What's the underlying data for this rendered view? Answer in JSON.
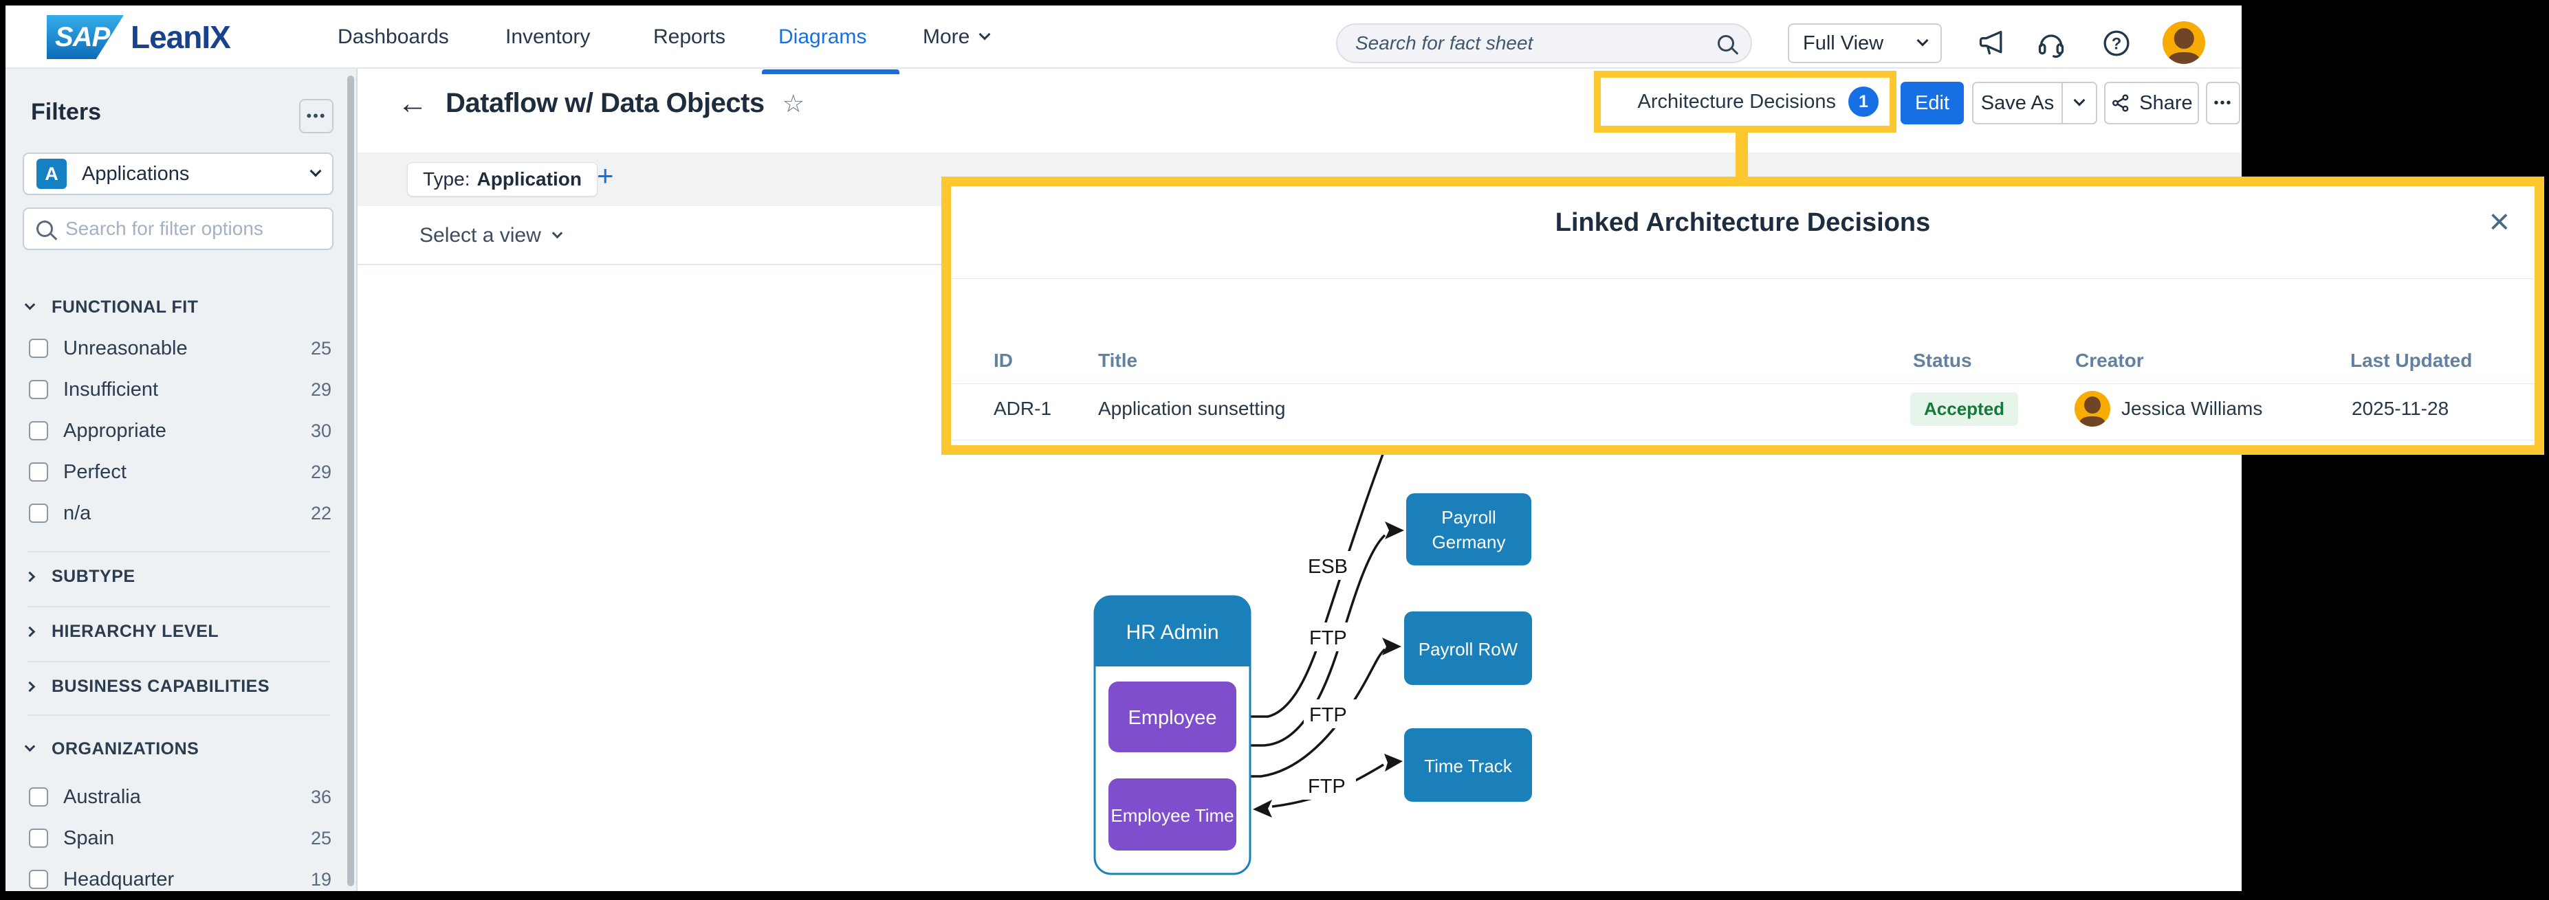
{
  "nav": {
    "brand": {
      "sap": "SAP",
      "leanix": "LeanIX"
    },
    "tabs": [
      {
        "label": "Dashboards"
      },
      {
        "label": "Inventory"
      },
      {
        "label": "Reports"
      },
      {
        "label": "Diagrams"
      },
      {
        "label": "More"
      }
    ],
    "search_placeholder": "Search for fact sheet",
    "view_mode": "Full View"
  },
  "header": {
    "back_arrow": "←",
    "title": "Dataflow w/ Data Objects",
    "star": "☆",
    "architecture_decisions_label": "Architecture Decisions",
    "architecture_decisions_count": "1",
    "edit_label": "Edit",
    "save_as_label": "Save As",
    "share_label": "Share",
    "more_label": "•••"
  },
  "toolbar": {
    "type_label": "Type:",
    "type_value": "Application",
    "add_label": "+",
    "view_selector_label": "Select a view"
  },
  "sidebar": {
    "title": "Filters",
    "more_label": "•••",
    "type_selector": {
      "badge": "A",
      "label": "Applications"
    },
    "search_placeholder": "Search for filter options",
    "sections": {
      "functional_fit": {
        "label": "FUNCTIONAL FIT",
        "items": [
          {
            "label": "Unreasonable",
            "count": "25"
          },
          {
            "label": "Insufficient",
            "count": "29"
          },
          {
            "label": "Appropriate",
            "count": "30"
          },
          {
            "label": "Perfect",
            "count": "29"
          },
          {
            "label": "n/a",
            "count": "22"
          }
        ]
      },
      "subtype": {
        "label": "SUBTYPE"
      },
      "hierarchy_level": {
        "label": "HIERARCHY LEVEL"
      },
      "business_capabilities": {
        "label": "BUSINESS CAPABILITIES"
      },
      "organizations": {
        "label": "ORGANIZATIONS",
        "items": [
          {
            "label": "Australia",
            "count": "36"
          },
          {
            "label": "Spain",
            "count": "25"
          },
          {
            "label": "Headquarter",
            "count": "19"
          }
        ]
      }
    }
  },
  "popup": {
    "title": "Linked Architecture Decisions",
    "close": "×",
    "columns": {
      "id": "ID",
      "title": "Title",
      "status": "Status",
      "creator": "Creator",
      "last_updated": "Last Updated"
    },
    "row": {
      "id": "ADR-1",
      "title": "Application sunsetting",
      "status": "Accepted",
      "creator": "Jessica Williams",
      "last_updated": "2025-11-28"
    }
  },
  "diagram": {
    "container": {
      "title": "HR Admin",
      "data_objects": [
        {
          "label": "Employee"
        },
        {
          "label": "Employee Time"
        }
      ]
    },
    "nodes": [
      {
        "lines": [
          "Payroll",
          "Germany"
        ]
      },
      {
        "lines": [
          "Payroll RoW"
        ]
      },
      {
        "lines": [
          "Time Track"
        ]
      }
    ],
    "edge_labels": [
      "ESB",
      "FTP",
      "FTP",
      "FTP"
    ]
  },
  "colors": {
    "accent_blue": "#1670e4",
    "node_blue": "#1b80b9",
    "data_object_purple": "#7e4ecd",
    "highlight_orange": "#fdc72f",
    "status_green": "#157a39",
    "status_green_bg": "#e6f4ea",
    "avatar_orange": "#f8ab00"
  }
}
